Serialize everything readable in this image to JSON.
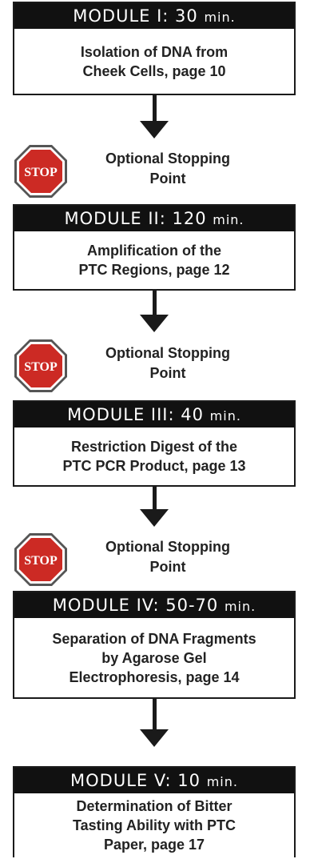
{
  "modules": [
    {
      "title": "MODULE I:",
      "minutes": "30",
      "unit": "min.",
      "lines": [
        "Isolation of DNA from",
        "Cheek Cells, page 10"
      ]
    },
    {
      "title": "MODULE II:",
      "minutes": "120",
      "unit": "min.",
      "lines": [
        "Amplification of the",
        "PTC Regions, page 12"
      ]
    },
    {
      "title": "MODULE III:",
      "minutes": "40",
      "unit": "min.",
      "lines": [
        "Restriction Digest of the",
        "PTC PCR Product, page 13"
      ]
    },
    {
      "title": "MODULE IV:",
      "minutes": "50-70",
      "unit": "min.",
      "lines": [
        "Separation of DNA Fragments",
        "by Agarose Gel",
        "Electrophoresis, page 14"
      ]
    },
    {
      "title": "MODULE V:",
      "minutes": "10",
      "unit": "min.",
      "lines": [
        "Determination of Bitter",
        "Tasting Ability with PTC",
        "Paper, page 17"
      ]
    }
  ],
  "stop": {
    "sign_text": "STOP",
    "label_line1": "Optional Stopping",
    "label_line2": "Point",
    "color": "#cc2a24"
  }
}
